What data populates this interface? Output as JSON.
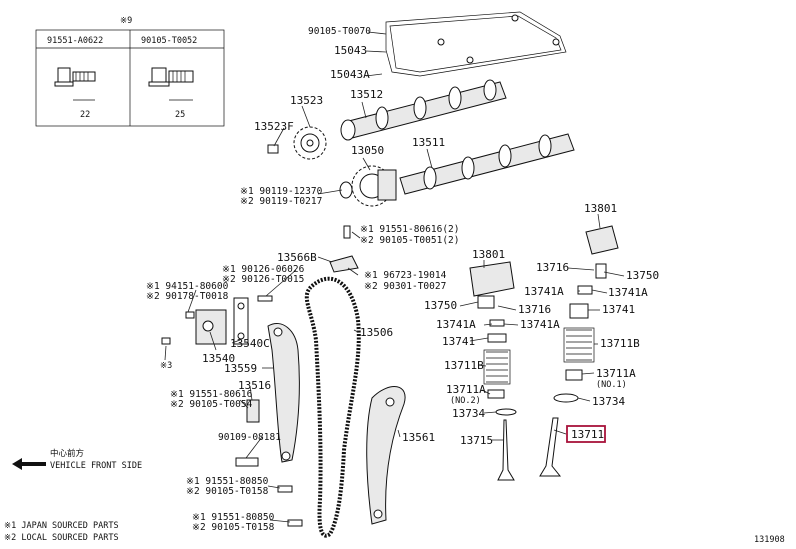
{
  "inset": {
    "note": "※9",
    "col1": "91551-A0622",
    "col2": "90105-T0052",
    "dim1": "22",
    "dim2": "25"
  },
  "parts": {
    "p90105T0070": "90105-T0070",
    "p15043": "15043",
    "p15043A": "15043A",
    "p13523": "13523",
    "p13512": "13512",
    "p13523F": "13523F",
    "p13050": "13050",
    "p13511": "13511",
    "s1_90119_12370": "※1 90119-12370",
    "s2_90119_T0217": "※2 90119-T0217",
    "s1_91551_80616": "※1 91551-80616(2)",
    "s2_90105_T0051": "※2 90105-T0051(2)",
    "p13801a": "13801",
    "p13801b": "13801",
    "p13566B": "13566B",
    "s1_90126_06026": "※1 90126-06026",
    "s2_90126_T0015": "※2 90126-T0015",
    "s1_96723_19014": "※1 96723-19014",
    "s2_90301_T0027": "※2 90301-T0027",
    "s1_94151_80600": "※1 94151-80600",
    "s2_90178_T0018": "※2 90178-T0018",
    "p13716a": "13716",
    "p13750a": "13750",
    "p13741Aa": "13741A",
    "p13741Ab": "13741A",
    "p13750b": "13750",
    "p13716b": "13716",
    "p13741a": "13741",
    "p13741Ac": "13741A",
    "p13741Ad": "13741A",
    "p13741b": "13741",
    "p13506": "13506",
    "p13540C": "13540C",
    "p13540": "13540",
    "s3": "※3",
    "p13711B_l": "13711B",
    "p13711B_r": "13711B",
    "p13559": "13559",
    "p13711A_l": "13711A",
    "no2": "(NO.2)",
    "p13711A_r": "13711A",
    "no1": "(NO.1)",
    "p13516": "13516",
    "s1_91551_80616b": "※1 91551-80616",
    "s2_90105_T0054": "※2 90105-T0054",
    "p13734a": "13734",
    "p13734b": "13734",
    "p90109_08181": "90109-08181",
    "p13561": "13561",
    "p13711": "13711",
    "p13715": "13715",
    "s1_91551_80850a": "※1 91551-80850",
    "s2_90105_T0158a": "※2 90105-T0158",
    "s1_91551_80850b": "※1 91551-80850",
    "s2_90105_T0158b": "※2 90105-T0158"
  },
  "legend": {
    "front_cn": "中心前方",
    "front_en": "VEHICLE FRONT SIDE",
    "japan": "※1 JAPAN SOURCED PARTS",
    "local": "※2 LOCAL SOURCED PARTS",
    "figure_code": "131908"
  },
  "colors": {
    "highlight": "#a8123a",
    "ink": "#111111"
  }
}
